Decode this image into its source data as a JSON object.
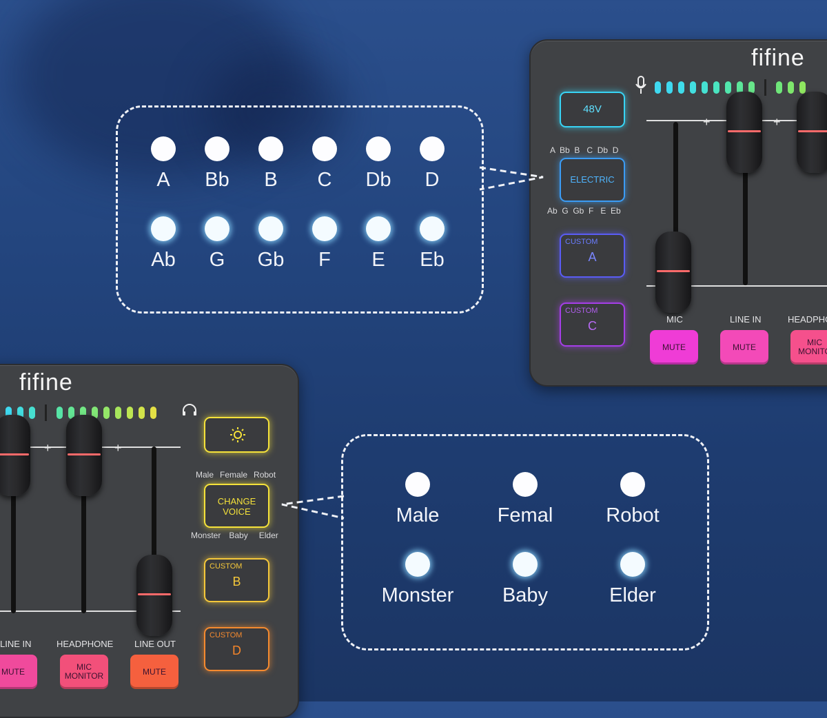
{
  "pitch_callout": {
    "row1": [
      "A",
      "Bb",
      "B",
      "C",
      "Db",
      "D"
    ],
    "row2": [
      "Ab",
      "G",
      "Gb",
      "F",
      "E",
      "Eb"
    ]
  },
  "voice_callout": {
    "row1": [
      "Male",
      "Femal",
      "Robot"
    ],
    "row2": [
      "Monster",
      "Baby",
      "Elder"
    ]
  },
  "right_panel": {
    "brand": "fifine",
    "pad_48v": "48V",
    "pitch_row1": "A  Bb  B   C  Db  D",
    "pad_electric": "ELECTRIC",
    "pitch_row2": "Ab  G  Gb  F   E  Eb",
    "custom_a_top": "CUSTOM",
    "custom_a_letter": "A",
    "custom_c_top": "CUSTOM",
    "custom_c_letter": "C",
    "label_mic": "MIC",
    "label_line_in": "LINE IN",
    "label_headphone": "HEADPHO",
    "btn_mute_1": "MUTE",
    "btn_mute_2": "MUTE",
    "btn_monitor_1": "MIC",
    "btn_monitor_2": "MONITO",
    "colors": {
      "cyan": "#38d4f5",
      "blue": "#3b7cf0",
      "violet": "#6a4cf5",
      "purple": "#b03ee8",
      "magenta": "#f23fd4",
      "pink": "#f54a9e"
    }
  },
  "left_panel": {
    "brand": "fifine",
    "voice_row1": [
      "Male",
      "Female",
      "Robot"
    ],
    "voice_row2": [
      "Monster",
      "Baby",
      "Elder"
    ],
    "change_voice_1": "CHANGE",
    "change_voice_2": "VOICE",
    "custom_b_top": "CUSTOM",
    "custom_b_letter": "B",
    "custom_d_top": "CUSTOM",
    "custom_d_letter": "D",
    "label_line_in": "LINE IN",
    "label_headphone": "HEADPHONE",
    "label_line_out": "LINE OUT",
    "btn_mute_1": "MUTE",
    "btn_monitor_1": "MIC",
    "btn_monitor_2": "MONITOR",
    "btn_mute_2": "MUTE",
    "colors": {
      "yellow": "#f5e23a",
      "orange": "#f58a2f",
      "red": "#f5553a",
      "pink": "#f04a7a"
    }
  }
}
